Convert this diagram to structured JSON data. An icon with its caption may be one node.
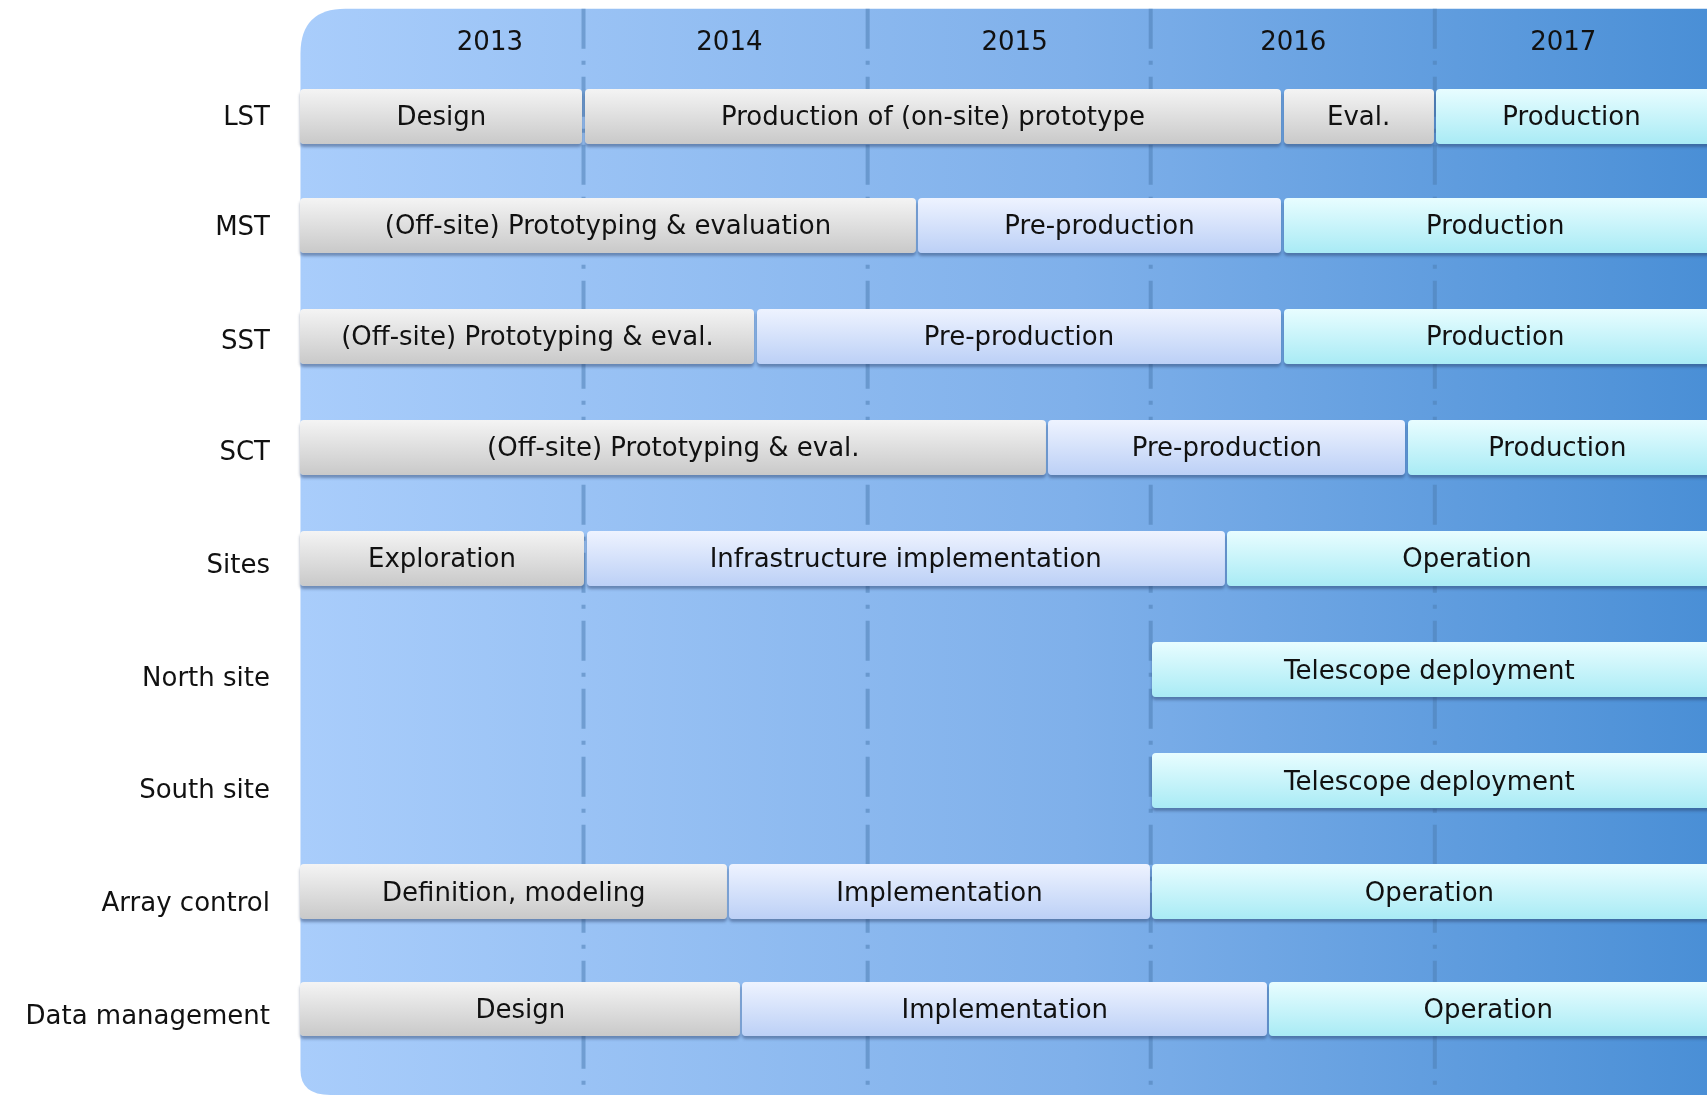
{
  "diagram": {
    "nodes": [
      {
        "text": [
          "Design"
        ]
      },
      {
        "text": [
          "Production of (on-site) prototype"
        ]
      },
      {
        "text": [
          "Eval."
        ]
      },
      {
        "text": [
          "Production"
        ]
      },
      {
        "text": [
          "(Off-site) Prototyping & evaluation"
        ]
      },
      {
        "text": [
          "Pre-production"
        ]
      },
      {
        "text": [
          "Production"
        ]
      },
      {
        "text": [
          "(Off-site) Prototyping & eval."
        ]
      },
      {
        "text": [
          "Pre-production"
        ]
      },
      {
        "text": [
          "Production"
        ]
      },
      {
        "text": [
          "(Off-site) Prototyping & eval."
        ]
      },
      {
        "text": [
          "Pre-production"
        ]
      },
      {
        "text": [
          "Production"
        ]
      },
      {
        "text": [
          "Exploration"
        ]
      },
      {
        "text": [
          "Infrastructure implementation"
        ]
      },
      {
        "text": [
          "Operation"
        ]
      },
      {
        "text": [
          "Telescope deployment"
        ]
      },
      {
        "text": [
          "Telescope deployment"
        ]
      },
      {
        "text": [
          "Definition, modeling"
        ]
      },
      {
        "text": [
          "Implementation"
        ]
      },
      {
        "text": [
          "Operation"
        ]
      },
      {
        "text": [
          "Design"
        ]
      },
      {
        "text": [
          "Implementation"
        ]
      },
      {
        "text": [
          "Operation"
        ]
      }
    ],
    "edges": [],
    "labels": [
      "2013",
      "2014",
      "2015",
      "2016",
      "2017",
      "LST",
      "MST",
      "SST",
      "SCT",
      "Sites",
      "North site",
      "South site",
      "Array control",
      "Data management"
    ]
  }
}
